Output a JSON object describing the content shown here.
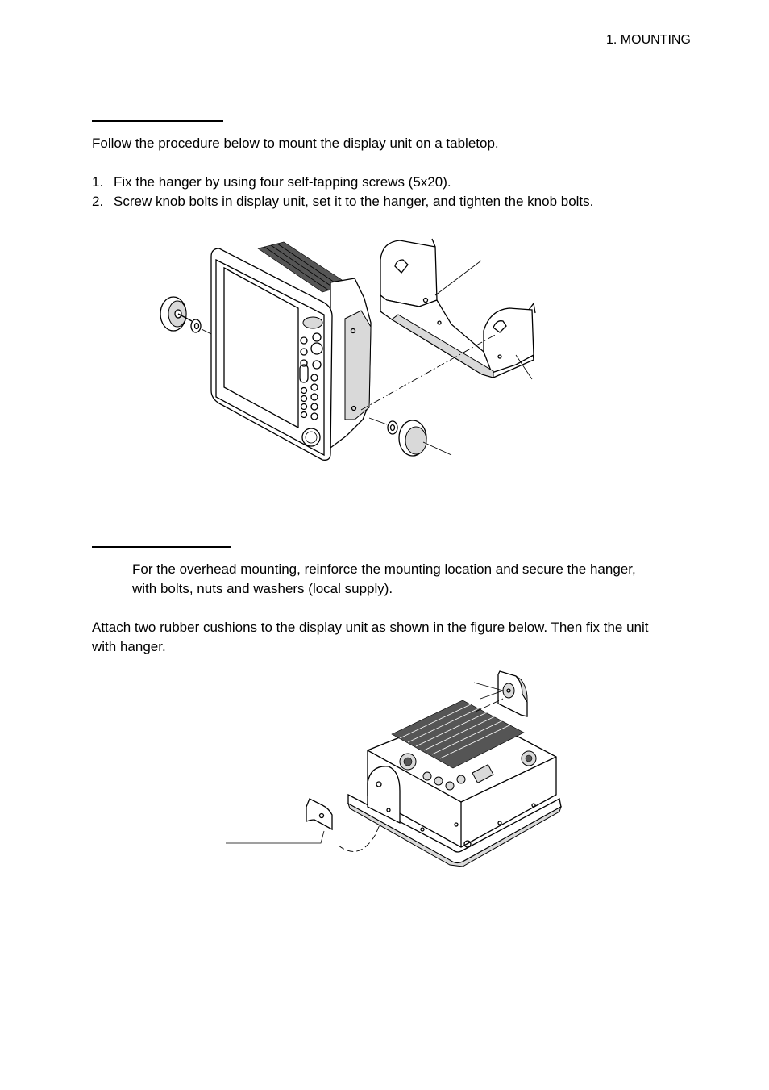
{
  "header": {
    "section": "1. MOUNTING"
  },
  "tabletop": {
    "intro": "Follow the procedure below to mount the display unit on a tabletop.",
    "steps": [
      {
        "num": "1.",
        "text": "Fix the hanger by using four self-tapping screws (5x20)."
      },
      {
        "num": "2.",
        "text": "Screw knob bolts in display unit, set it to the hanger, and tighten the knob bolts."
      }
    ]
  },
  "overhead": {
    "note_line1": "For the overhead mounting, reinforce the mounting location and secure the hanger,",
    "note_line2": "with bolts, nuts and washers (local supply).",
    "body_line1": "Attach two rubber cushions to the display unit as shown in the figure below. Then fix the unit",
    "body_line2": "with hanger."
  }
}
